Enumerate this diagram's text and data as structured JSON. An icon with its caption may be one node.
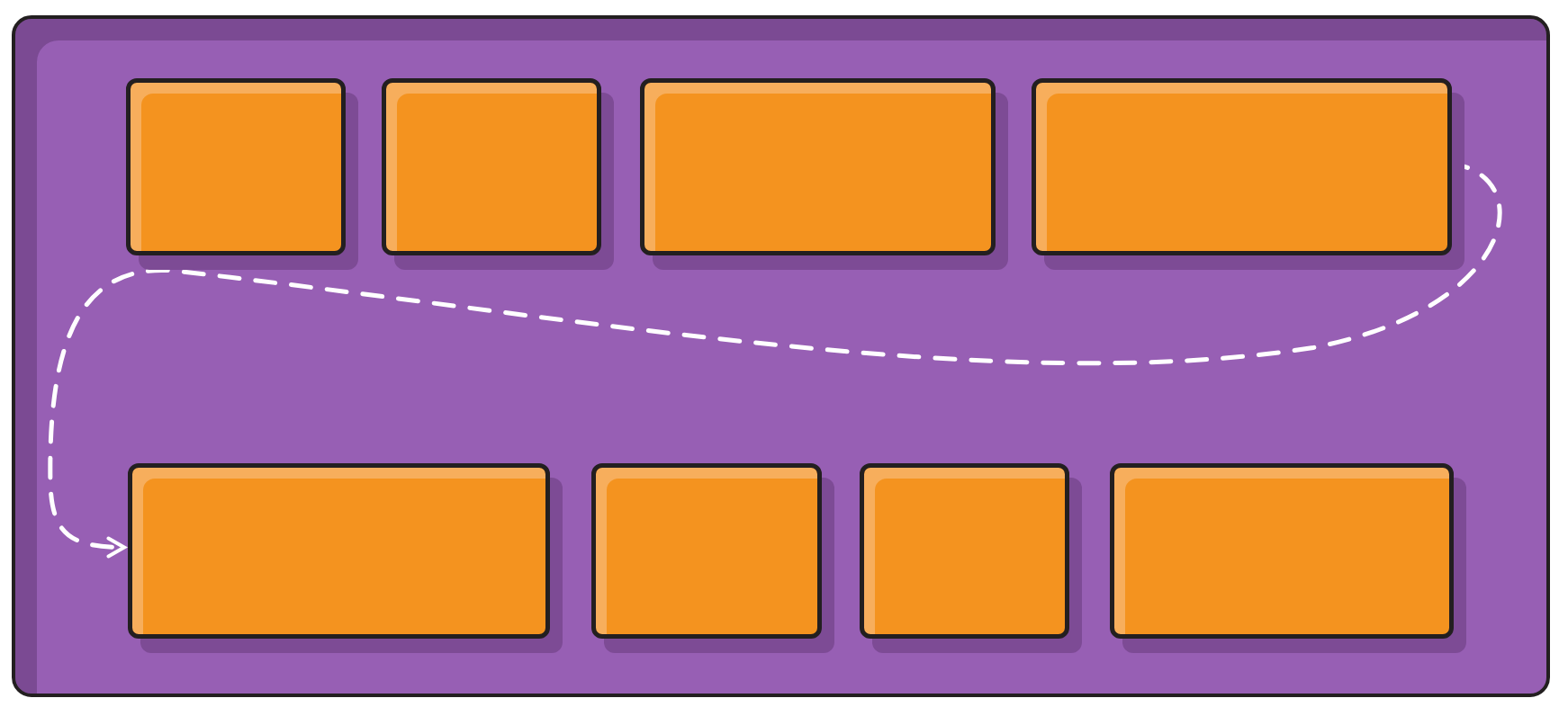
{
  "diagram": {
    "nodes": [
      {
        "text": [],
        "shape": "box"
      },
      {
        "text": [],
        "shape": "box",
        "in": 0
      },
      {
        "text": [],
        "shape": "box",
        "in": 0
      },
      {
        "text": [],
        "shape": "box",
        "in": 0
      },
      {
        "text": [],
        "shape": "box",
        "in": 0
      },
      {
        "text": [],
        "shape": "box",
        "in": 0
      },
      {
        "text": [],
        "shape": "box",
        "in": 0
      },
      {
        "text": [],
        "shape": "box",
        "in": 0
      },
      {
        "text": [],
        "shape": "box",
        "in": 0
      }
    ],
    "edges": [
      {
        "from": 4,
        "to": 5,
        "arrow": "to",
        "style": "dashed",
        "color": "#ffffff"
      }
    ]
  }
}
